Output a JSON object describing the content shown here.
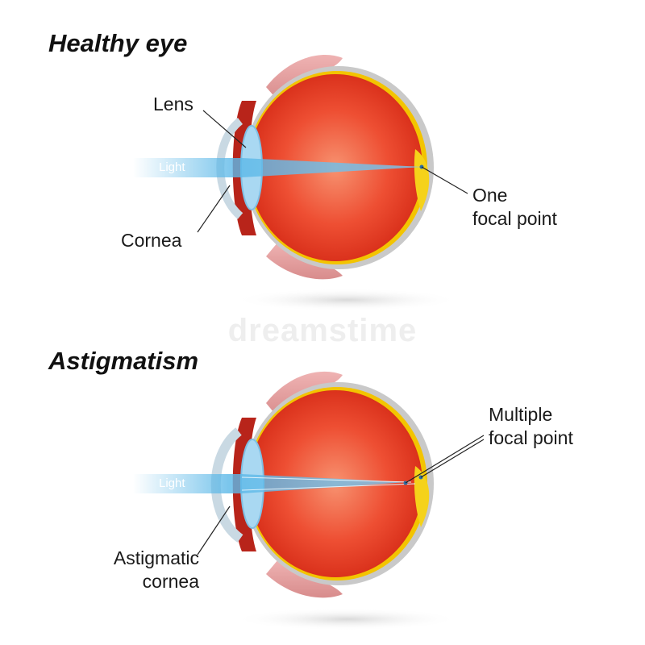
{
  "healthy": {
    "title": "Healthy eye",
    "lens_label": "Lens",
    "light_label": "Light",
    "cornea_label": "Cornea",
    "focal_label_line1": "One",
    "focal_label_line2": "focal point"
  },
  "astigmatism": {
    "title": "Astigmatism",
    "light_label": "Light",
    "focal_label_line1": "Multiple",
    "focal_label_line2": "focal point",
    "cornea_label_line1": "Astigmatic",
    "cornea_label_line2": "cornea"
  },
  "watermark": "dreamstime",
  "colors": {
    "eyeball_red": "#e8321c",
    "eyeball_center": "#f26b4e",
    "sclera_rim": "#f3c400",
    "retina_yellow": "#f5d21a",
    "light_beam": "#5bb8e8",
    "lens_blue": "#a9d8f2",
    "muscle_pink": "#e9a6a6",
    "shadow_gray": "#e8e8e8"
  }
}
